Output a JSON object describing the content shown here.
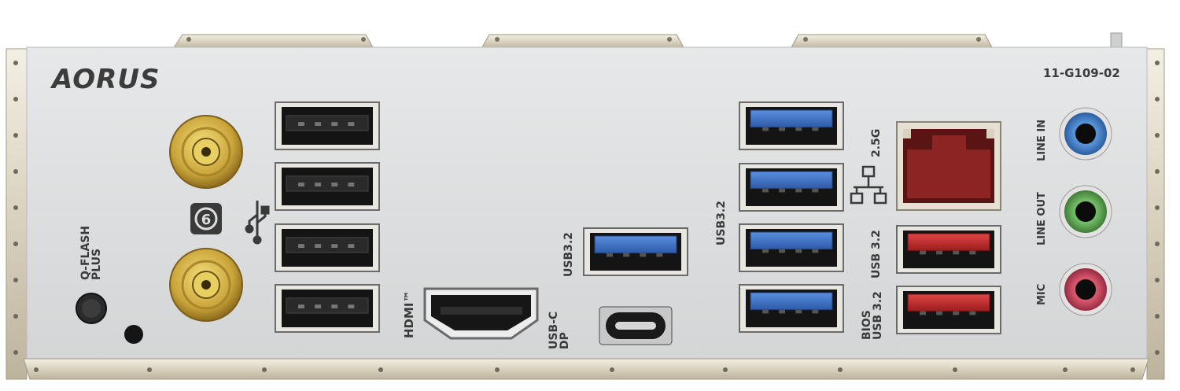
{
  "brand": {
    "logo": "AORUS",
    "model": "11-G109-02"
  },
  "labels": {
    "qflash": [
      "Q-FLASH",
      "PLUS"
    ],
    "hdmi": "HDMI™",
    "usbc": [
      "USB-C",
      "DP"
    ],
    "usb32_center": "USB3.2",
    "usb32_right": "USB3.2",
    "lan": "2.5G",
    "usb32_red": "USB 3.2",
    "bios": [
      "BIOS",
      "USB 3.2"
    ],
    "line_in": "LINE IN",
    "line_out": "LINE OUT",
    "mic": "MIC"
  },
  "colors": {
    "plate": "#dcdedf",
    "usb_black": "#1a1a1a",
    "usb_blue": "#3a6ec4",
    "usb_red": "#c42a2a",
    "lan_body": "#7a1e1e",
    "audio_blue": "#3d7ec9",
    "audio_green": "#5aa552",
    "audio_pink": "#c43c56",
    "antenna_gold": "#c9a43a"
  },
  "icons": [
    "wifi6-icon",
    "usb-trident-icon",
    "network-icon"
  ]
}
